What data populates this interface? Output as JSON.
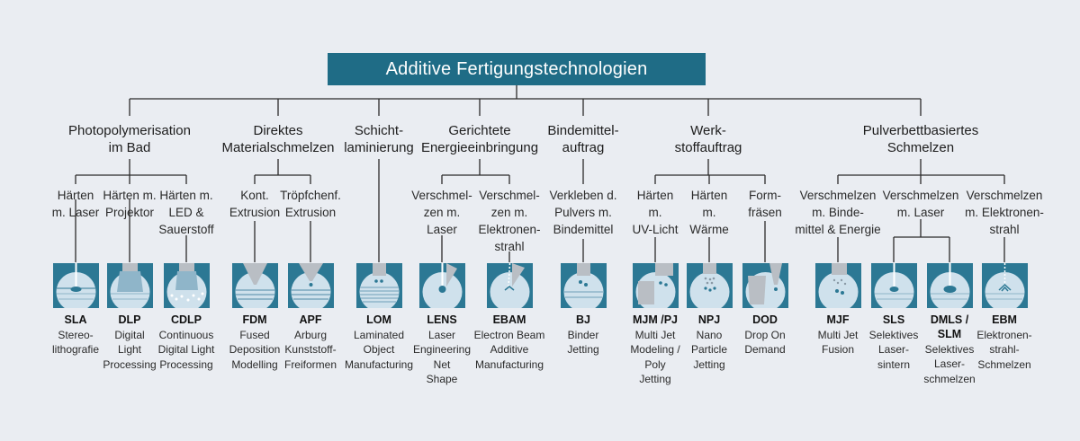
{
  "title": "Additive Fertigungstechnologien",
  "categories": [
    {
      "id": "photo",
      "label": "Photopolymerisation\nim Bad"
    },
    {
      "id": "direkt",
      "label": "Direktes\nMaterialschmelzen"
    },
    {
      "id": "schicht",
      "label": "Schicht-\nlaminierung"
    },
    {
      "id": "gericht",
      "label": "Gerichtete\nEnergieeinbringung"
    },
    {
      "id": "binde",
      "label": "Bindemittel-\nauftrag"
    },
    {
      "id": "werk",
      "label": "Werk-\nstoffauftrag"
    },
    {
      "id": "pulver",
      "label": "Pulverbettbasiertes\nSchmelzen"
    }
  ],
  "subcategories": [
    {
      "id": "laser",
      "label": "Härten\nm. Laser"
    },
    {
      "id": "projektor",
      "label": "Härten m.\nProjektor"
    },
    {
      "id": "led",
      "label": "Härten m.\nLED &\nSauerstoff"
    },
    {
      "id": "kont",
      "label": "Kont.\nExtrusion"
    },
    {
      "id": "tropf",
      "label": "Tröpfchenf.\nExtrusion"
    },
    {
      "id": "verlaser",
      "label": "Verschmel-\nzen m.\nLaser"
    },
    {
      "id": "verelek",
      "label": "Verschmel-\nzen m.\nElektronen-\nstrahl"
    },
    {
      "id": "verkleben",
      "label": "Verkleben d.\nPulvers m.\nBindemittel"
    },
    {
      "id": "uv",
      "label": "Härten\nm.\nUV-Licht"
    },
    {
      "id": "waerme",
      "label": "Härten\nm.\nWärme"
    },
    {
      "id": "fraesen",
      "label": "Form-\nfräsen"
    },
    {
      "id": "bindeenergie",
      "label": "Verschmelzen\nm. Binde-\nmittel & Energie"
    },
    {
      "id": "pblaser",
      "label": "Verschmelzen\nm. Laser"
    },
    {
      "id": "pbelek",
      "label": "Verschmelzen\nm. Elektronen-\nstrahl"
    }
  ],
  "processes": [
    {
      "id": "sla",
      "abbr": "SLA",
      "desc": "Stereo-\nlithografie",
      "icon": "laser-cure-icon"
    },
    {
      "id": "dlp",
      "abbr": "DLP",
      "desc": "Digital\nLight\nProcessing",
      "icon": "projector-icon"
    },
    {
      "id": "cdlp",
      "abbr": "CDLP",
      "desc": "Continuous\nDigital Light\nProcessing",
      "icon": "led-oxygen-icon"
    },
    {
      "id": "fdm",
      "abbr": "FDM",
      "desc": "Fused\nDeposition\nModelling",
      "icon": "extrusion-nozzle-icon"
    },
    {
      "id": "apf",
      "abbr": "APF",
      "desc": "Arburg\nKunststoff-\nFreiformen",
      "icon": "droplet-nozzle-icon"
    },
    {
      "id": "lom",
      "abbr": "LOM",
      "desc": "Laminated\nObject\nManufacturing",
      "icon": "lamination-icon"
    },
    {
      "id": "lens",
      "abbr": "LENS",
      "desc": "Laser\nEngineering\nNet\nShape",
      "icon": "laser-deposition-icon"
    },
    {
      "id": "ebam",
      "abbr": "EBAM",
      "desc": "Electron Beam\nAdditive\nManufacturing",
      "icon": "electron-beam-deposition-icon"
    },
    {
      "id": "bj",
      "abbr": "BJ",
      "desc": "Binder\nJetting",
      "icon": "binder-jetting-icon"
    },
    {
      "id": "mjm",
      "abbr": "MJM /PJ",
      "desc": "Multi Jet\nModeling /\nPoly\nJetting",
      "icon": "multijet-icon"
    },
    {
      "id": "npj",
      "abbr": "NPJ",
      "desc": "Nano\nParticle\nJetting",
      "icon": "nanoparticle-icon"
    },
    {
      "id": "dod",
      "abbr": "DOD",
      "desc": "Drop On\nDemand",
      "icon": "drop-on-demand-icon"
    },
    {
      "id": "mjf",
      "abbr": "MJF",
      "desc": "Multi Jet\nFusion",
      "icon": "multijet-fusion-icon"
    },
    {
      "id": "sls",
      "abbr": "SLS",
      "desc": "Selektives\nLaser-\nsintern",
      "icon": "laser-sintering-icon"
    },
    {
      "id": "dmls",
      "abbr": "DMLS /\nSLM",
      "desc": "Selektives\nLaser-\nschmelzen",
      "icon": "laser-melting-icon"
    },
    {
      "id": "ebm",
      "abbr": "EBM",
      "desc": "Elektronen-\nstrahl-\nSchmelzen",
      "icon": "electron-beam-melting-icon"
    }
  ],
  "colors": {
    "accent": "#1f6c86",
    "tile": "#2c7894",
    "background": "#eaedf2",
    "line": "#2b2b2b"
  }
}
